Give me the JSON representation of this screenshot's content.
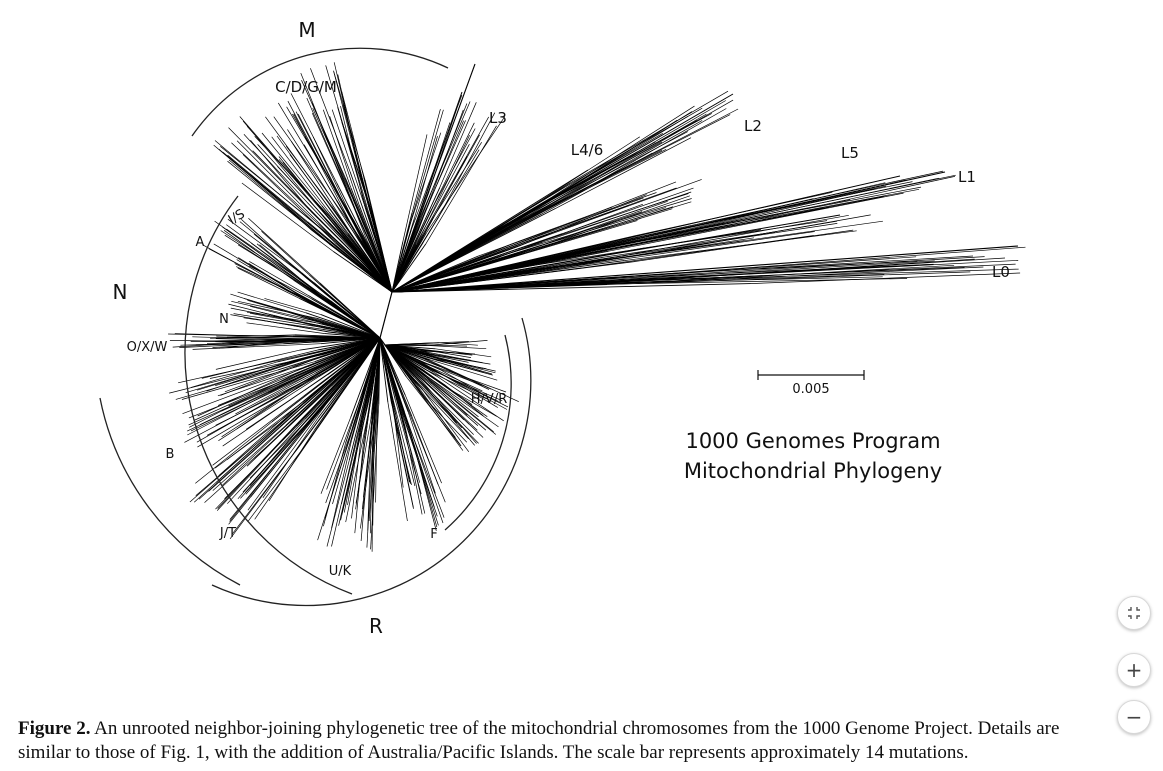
{
  "figure": {
    "super_labels": {
      "m": "M",
      "n": "N",
      "r": "R"
    },
    "clades": {
      "cdgm": "C/D/G/M",
      "is": "I/S",
      "a": "A",
      "n": "N",
      "oxw": "O/X/W",
      "b": "B",
      "jt": "J/T",
      "uk": "U/K",
      "f": "F",
      "hvr": "H/V/R",
      "l3": "L3",
      "l46": "L4/6",
      "l2": "L2",
      "l5": "L5",
      "l1": "L1",
      "l0": "L0"
    },
    "scale_bar_label": "0.005",
    "title_line1": "1000 Genomes Program",
    "title_line2": "Mitochondrial Phylogeny"
  },
  "caption": {
    "label": "Figure 2.",
    "text": " An unrooted neighbor-joining phylogenetic tree of the mitochondrial chromosomes from the 1000 Genome Project. Details are similar to those of Fig. 1, with the addition of Australia/Pacific Islands. The scale bar represents approximately 14 mutations."
  },
  "controls": {
    "fit_icon": "fit-screen-icon",
    "zoom_in": "+",
    "zoom_out": "−"
  }
}
